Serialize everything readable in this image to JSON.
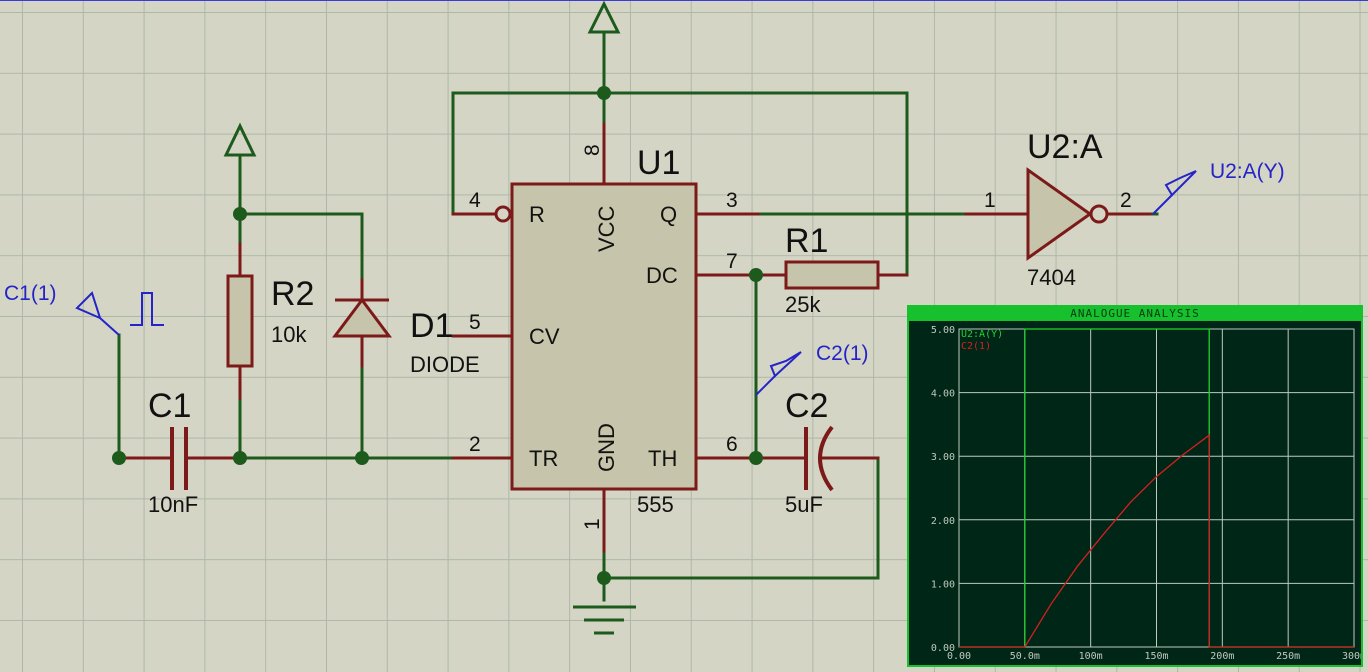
{
  "components": {
    "u1": {
      "ref": "U1",
      "value": "555"
    },
    "u2": {
      "ref": "U2:A",
      "value": "7404"
    },
    "r1": {
      "ref": "R1",
      "value": "25k"
    },
    "r2": {
      "ref": "R2",
      "value": "10k"
    },
    "d1": {
      "ref": "D1",
      "value": "DIODE"
    },
    "c1": {
      "ref": "C1",
      "value": "10nF"
    },
    "c2": {
      "ref": "C2",
      "value": "5uF"
    }
  },
  "u1_pins": {
    "r": {
      "num": "4",
      "name": "R"
    },
    "cv": {
      "num": "5",
      "name": "CV"
    },
    "tr": {
      "num": "2",
      "name": "TR"
    },
    "q": {
      "num": "3",
      "name": "Q"
    },
    "dc": {
      "num": "7",
      "name": "DC"
    },
    "th": {
      "num": "6",
      "name": "TH"
    },
    "vcc": {
      "num": "8",
      "name": "VCC"
    },
    "gnd": {
      "num": "1",
      "name": "GND"
    }
  },
  "u2_pins": {
    "in": "1",
    "out": "2"
  },
  "probes": {
    "c1": "C1(1)",
    "c2": "C2(1)",
    "u2": "U2:A(Y)"
  },
  "graph": {
    "title": "ANALOGUE ANALYSIS",
    "legend": [
      "U2:A(Y)",
      "C2(1)"
    ],
    "y_ticks": [
      "5.00",
      "4.00",
      "3.00",
      "2.00",
      "1.00",
      "0.00"
    ],
    "x_ticks": [
      "0.00",
      "50.0m",
      "100m",
      "150m",
      "200m",
      "250m",
      "300m"
    ],
    "colors": {
      "background": "#002618",
      "frame": "#17c12e",
      "grid": "#bfc9bd",
      "trace_y": "#22d12e",
      "trace_c2": "#d61f1f"
    }
  },
  "chart_data": {
    "type": "line",
    "title": "ANALOGUE ANALYSIS",
    "xlabel": "",
    "ylabel": "",
    "xlim": [
      0,
      0.3
    ],
    "ylim": [
      0,
      5
    ],
    "series": [
      {
        "name": "U2:A(Y)",
        "x": [
          0,
          0.05,
          0.05,
          0.19,
          0.19,
          0.3
        ],
        "y": [
          0,
          0,
          5,
          5,
          0,
          0
        ]
      },
      {
        "name": "C2(1)",
        "x": [
          0,
          0.05,
          0.07,
          0.09,
          0.11,
          0.13,
          0.15,
          0.17,
          0.19,
          0.19,
          0.3
        ],
        "y": [
          0,
          0,
          0.68,
          1.27,
          1.78,
          2.27,
          2.68,
          3.02,
          3.33,
          0,
          0
        ]
      }
    ]
  }
}
